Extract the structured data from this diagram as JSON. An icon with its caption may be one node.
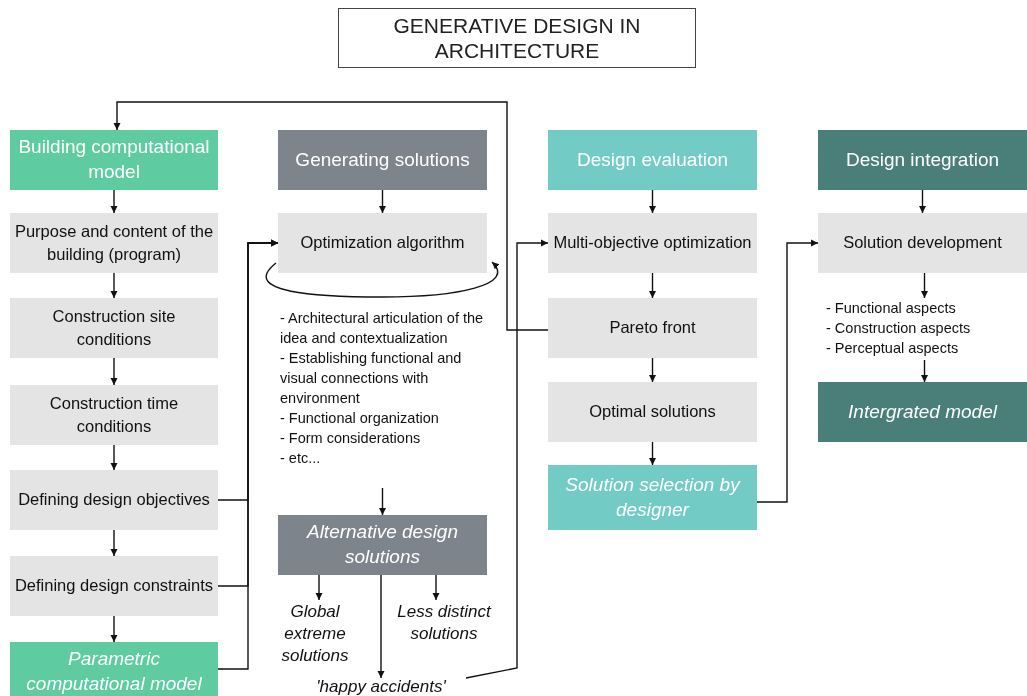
{
  "diagram": {
    "nodes": [
      {
        "text": [
          "GENERATIVE DESIGN IN ARCHITECTURE"
        ]
      },
      {
        "text": [
          "Building computational model"
        ]
      },
      {
        "text": [
          "Purpose and content of the building (program)"
        ]
      },
      {
        "text": [
          "Construction site conditions"
        ]
      },
      {
        "text": [
          "Construction time conditions"
        ]
      },
      {
        "text": [
          "Defining design objectives"
        ]
      },
      {
        "text": [
          "Defining design constraints"
        ]
      },
      {
        "text": [
          "Parametric computational model"
        ]
      },
      {
        "text": [
          "Generating solutions"
        ]
      },
      {
        "text": [
          "Optimization algorithm"
        ]
      },
      {
        "text": [
          "- Architectural articulation of the idea and contextualization",
          "- Establishing functional and visual connections with environment",
          "- Functional organization",
          "- Form considerations",
          "- etc..."
        ]
      },
      {
        "text": [
          "Alternative design solutions"
        ]
      },
      {
        "text": [
          "Global extreme solutions"
        ]
      },
      {
        "text": [
          "Less distinct solutions"
        ]
      },
      {
        "text": [
          "'happy accidents'"
        ]
      },
      {
        "text": [
          "Design evaluation"
        ]
      },
      {
        "text": [
          "Multi-objective optimization"
        ]
      },
      {
        "text": [
          "Pareto front"
        ]
      },
      {
        "text": [
          "Optimal solutions"
        ]
      },
      {
        "text": [
          "Solution selection by designer"
        ]
      },
      {
        "text": [
          "Design integration"
        ]
      },
      {
        "text": [
          "Solution development"
        ]
      },
      {
        "text": [
          "- Functional aspects",
          "- Construction aspects",
          "- Perceptual aspects"
        ]
      },
      {
        "text": [
          "Intergrated model"
        ]
      }
    ],
    "edges": [
      {
        "from": 1,
        "to": 2,
        "arrow": "to"
      },
      {
        "from": 2,
        "to": 3,
        "arrow": "to"
      },
      {
        "from": 3,
        "to": 4,
        "arrow": "to"
      },
      {
        "from": 4,
        "to": 5,
        "arrow": "to"
      },
      {
        "from": 5,
        "to": 6,
        "arrow": "to"
      },
      {
        "from": 6,
        "to": 7,
        "arrow": "to"
      },
      {
        "from": 5,
        "to": 9,
        "arrow": "to"
      },
      {
        "from": 6,
        "to": 9,
        "arrow": "to"
      },
      {
        "from": 7,
        "to": 9,
        "arrow": "to"
      },
      {
        "from": 8,
        "to": 9,
        "arrow": "to"
      },
      {
        "from": 9,
        "to": 9,
        "arrow": "to"
      },
      {
        "from": 10,
        "to": 11,
        "arrow": "to"
      },
      {
        "from": 11,
        "to": 12,
        "arrow": "to"
      },
      {
        "from": 11,
        "to": 14,
        "arrow": "to"
      },
      {
        "from": 11,
        "to": 13,
        "arrow": "to"
      },
      {
        "from": 14,
        "to": 16,
        "arrow": "to"
      },
      {
        "from": 15,
        "to": 16,
        "arrow": "to"
      },
      {
        "from": 16,
        "to": 17,
        "arrow": "to"
      },
      {
        "from": 17,
        "to": 18,
        "arrow": "to"
      },
      {
        "from": 18,
        "to": 19,
        "arrow": "to"
      },
      {
        "from": 17,
        "to": 1,
        "arrow": "to"
      },
      {
        "from": 19,
        "to": 21,
        "arrow": "to"
      },
      {
        "from": 20,
        "to": 21,
        "arrow": "to"
      },
      {
        "from": 21,
        "to": 22,
        "arrow": "to"
      },
      {
        "from": 22,
        "to": 23,
        "arrow": "to"
      }
    ]
  }
}
